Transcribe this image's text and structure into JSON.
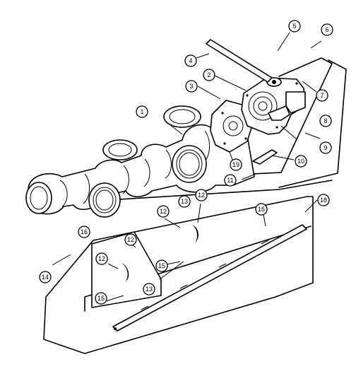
{
  "callouts": [
    {
      "id": "c1",
      "label": "1"
    },
    {
      "id": "c2",
      "label": "2"
    },
    {
      "id": "c3",
      "label": "3"
    },
    {
      "id": "c4",
      "label": "4"
    },
    {
      "id": "c5",
      "label": "5"
    },
    {
      "id": "c6",
      "label": "6"
    },
    {
      "id": "c7",
      "label": "7"
    },
    {
      "id": "c8",
      "label": "8"
    },
    {
      "id": "c9",
      "label": "9"
    },
    {
      "id": "c10",
      "label": "10"
    },
    {
      "id": "c11",
      "label": "11"
    },
    {
      "id": "c12a",
      "label": "12"
    },
    {
      "id": "c12b",
      "label": "12"
    },
    {
      "id": "c12c",
      "label": "12"
    },
    {
      "id": "c12d",
      "label": "12"
    },
    {
      "id": "c13a",
      "label": "13"
    },
    {
      "id": "c13b",
      "label": "13"
    },
    {
      "id": "c14",
      "label": "14"
    },
    {
      "id": "c15a",
      "label": "15"
    },
    {
      "id": "c15b",
      "label": "15"
    },
    {
      "id": "c15c",
      "label": "15"
    },
    {
      "id": "c16",
      "label": "16"
    },
    {
      "id": "c18",
      "label": "18"
    },
    {
      "id": "c19",
      "label": "19"
    }
  ]
}
